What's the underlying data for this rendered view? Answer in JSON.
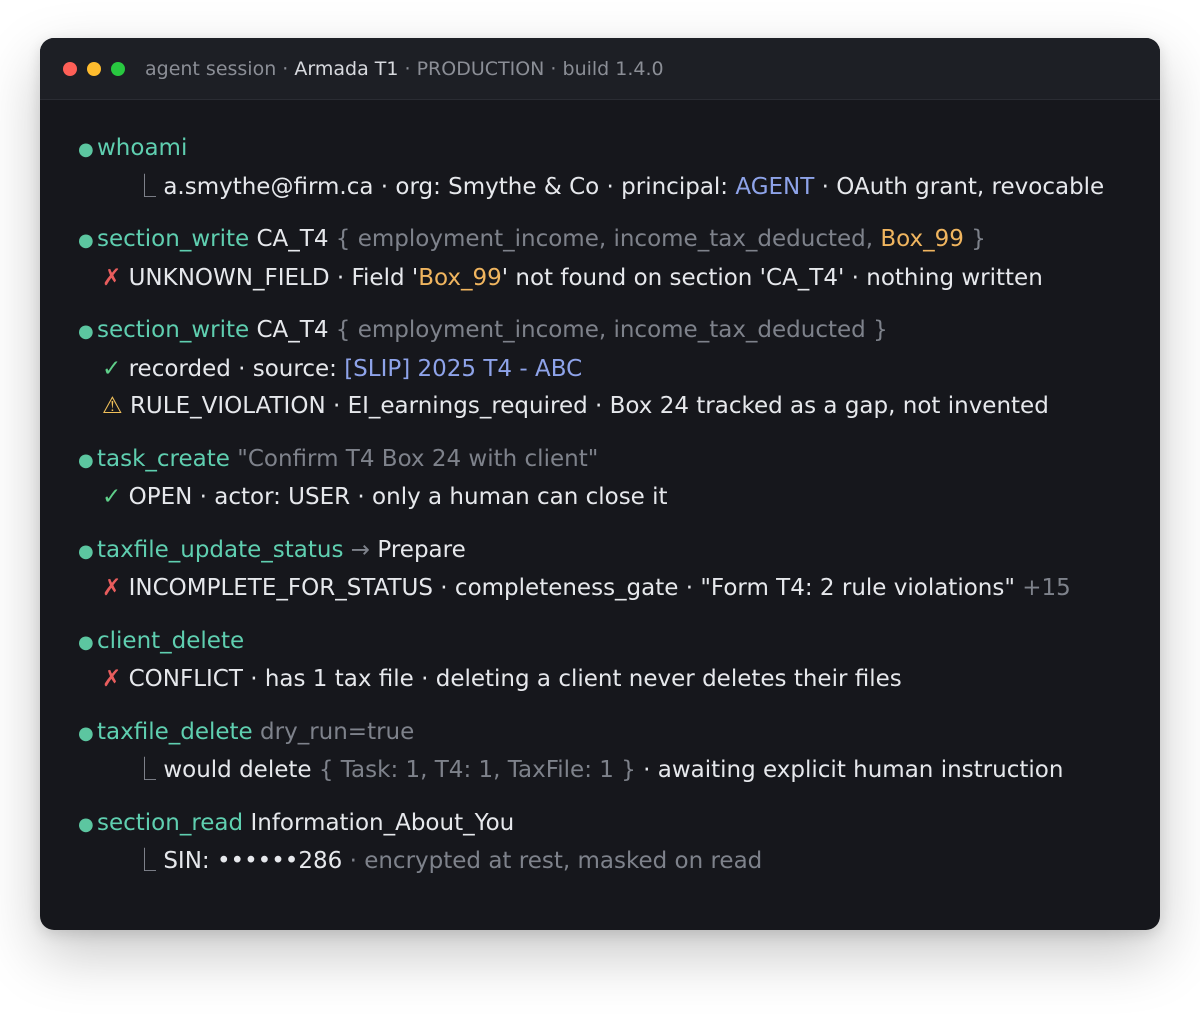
{
  "window": {
    "title_prefix": "agent session ·",
    "title_strong": "Armada T1",
    "title_suffix": "· PRODUCTION · build 1.4.0"
  },
  "glyphs": {
    "bullet": "●",
    "tree": "⎿",
    "error": "✗",
    "ok": "✓",
    "warn": "⚠",
    "arrow": "→"
  },
  "entries": {
    "whoami": {
      "cmd": "whoami",
      "r1_a": "a.smythe@firm.ca · org: Smythe & Co · principal:",
      "r1_b": "AGENT",
      "r1_c": "· OAuth grant, revocable"
    },
    "write1": {
      "cmd": "section_write",
      "arg": "CA_T4",
      "fields": "{ employment_income, income_tax_deducted,",
      "bad_field": "Box_99",
      "close": "}",
      "r1_a": "UNKNOWN_FIELD · Field '",
      "r1_b": "Box_99",
      "r1_c": "' not found on section 'CA_T4' · nothing written"
    },
    "write2": {
      "cmd": "section_write",
      "arg": "CA_T4",
      "fields": "{ employment_income, income_tax_deducted }",
      "r1_a": "recorded · source:",
      "r1_b": "[SLIP] 2025 T4 - ABC",
      "r2": "RULE_VIOLATION · EI_earnings_required · Box 24 tracked as a gap, not invented"
    },
    "task": {
      "cmd": "task_create",
      "arg": "\"Confirm T4 Box 24 with client\"",
      "r1": "OPEN · actor: USER · only a human can close it"
    },
    "status": {
      "cmd": "taxfile_update_status",
      "arg": "Prepare",
      "r1_a": "INCOMPLETE_FOR_STATUS · completeness_gate · \"Form T4: 2 rule violations\"",
      "r1_b": "+15"
    },
    "client_delete": {
      "cmd": "client_delete",
      "r1": "CONFLICT · has 1 tax file · deleting a client never deletes their files"
    },
    "taxfile_delete": {
      "cmd": "taxfile_delete",
      "arg": "dry_run=true",
      "r1_a": "would delete",
      "r1_b": "{ Task: 1, T4: 1, TaxFile: 1 }",
      "r1_c": "· awaiting explicit human instruction"
    },
    "read": {
      "cmd": "section_read",
      "arg": "Information_About_You",
      "r1_a": "SIN: ••••••286",
      "r1_b": "· encrypted at rest, masked on read"
    }
  }
}
